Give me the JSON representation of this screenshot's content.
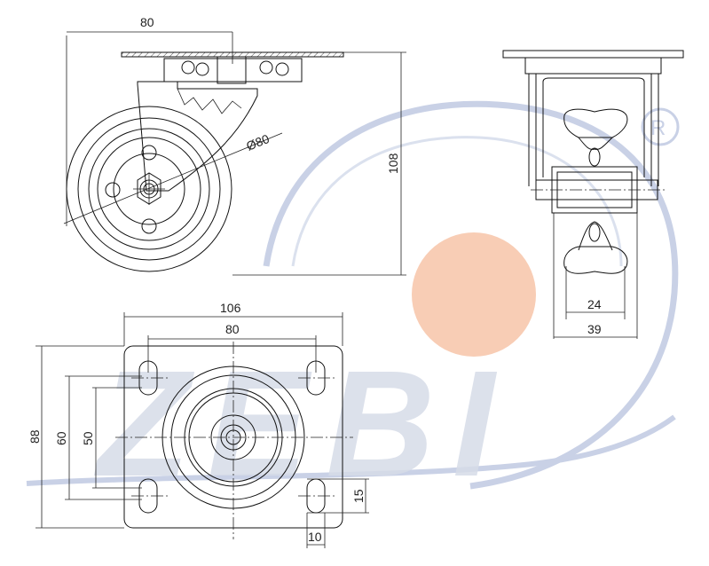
{
  "watermark": {
    "text": "ZEBI",
    "registered_mark": "®",
    "arc_color": "#c9d1e6",
    "dot_color": "#f8cdb5",
    "letter_color": "#d7dce8"
  },
  "side_view": {
    "width_dim": "80",
    "height_dim": "108",
    "diameter_dim": "Ø80"
  },
  "front_view": {
    "wheel_width_dim": "24",
    "overall_width_dim": "39"
  },
  "plate_view": {
    "plate_width_dim": "106",
    "hole_spacing_x_dim": "80",
    "plate_height_dim": "88",
    "hole_spacing_y_outer_dim": "60",
    "hole_spacing_y_inner_dim": "50",
    "slot_length_dim": "15",
    "slot_width_dim": "10"
  }
}
